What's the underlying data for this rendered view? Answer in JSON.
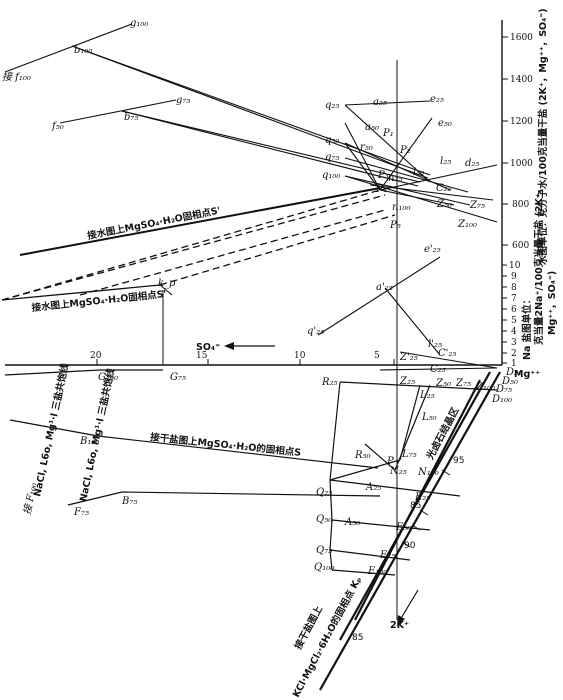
{
  "axes": {
    "right_ticks_top": [
      "1600",
      "1400",
      "1200",
      "1000",
      "800",
      "600"
    ],
    "right_ticks_bottom": [
      "10",
      "9",
      "8",
      "7",
      "6",
      "5",
      "4",
      "3",
      "2",
      "1"
    ],
    "bottom_ticks": [
      "20",
      "15",
      "10",
      "5"
    ],
    "right_label_water": "水图单位：克分子水/100克当量干盐 (2K⁺，Mg⁺⁺，SO₄⁼)",
    "right_label_na_1": "Na 盐图单位：",
    "right_label_na_2": "克当量2Na⁺/100克当量干盐 (2K⁺，",
    "right_label_na_3": "Mg⁺⁺，SO₄⁼)",
    "so4_label": "SO₄⁼",
    "k_label": "2K⁺",
    "mg_label": "Mg⁺⁺"
  },
  "labels": {
    "g100": "g₁₀₀",
    "b100": "b₁₀₀",
    "f100": "接 f₁₀₀",
    "g75": "g₇₅",
    "b75": "b₇₅",
    "f50": "f₅₀",
    "a25": "a₂₅",
    "e25": "e₂₅",
    "q25": "q₂₅",
    "a50": "a₅₀",
    "P1": "P₁",
    "q50": "q₅₀",
    "r50": "r₅₀",
    "e50": "e₅₀",
    "P2": "P₂",
    "q75": "q₇₅",
    "q100": "q₁₀₀",
    "P3": "P₃",
    "P4": "P₄",
    "P5": "P₅",
    "l25": "l₂₅",
    "l50": "l₅₀",
    "C25": "C₂₅",
    "Z75": "Z₇₅",
    "Z100": "Z₁₀₀",
    "Z50": "Z₅₀",
    "d25": "d₂₅",
    "n25": "n₂₅",
    "n100": "n₁₀₀",
    "e25p": "e'₂₅",
    "a25p": "a'₂₅",
    "q25p": "q'₂₅",
    "l25p": "l'₂₅",
    "C25p": "C'₂₅",
    "Z25p": "Z'₂₅",
    "kp": "k_p",
    "Sp": "S'",
    "G100": "G₁₀₀",
    "B100": "B₁₀₀",
    "F100": "接 F₁₀₀",
    "G75": "G₇₅",
    "B75": "B₇₅",
    "F75": "F₇₅",
    "R25": "R₂₅",
    "Z25": "Z₂₅",
    "C25b": "C₂₅",
    "Z50b": "Z₅₀",
    "Z75b": "Z₇₅",
    "Z100b": "Z₁₀₀",
    "D25": "D₂₅",
    "D50": "D₅₀",
    "D75": "D₇₅",
    "D100": "D₁₀₀",
    "L25": "L₂₅",
    "L50": "L₅₀",
    "R50": "R₅₀",
    "P": "P",
    "N25": "N₂₅",
    "N100": "N₁₀₀",
    "L75": "L₇₅",
    "A25": "A₂₅",
    "Q25": "Q₂₅",
    "E25": "E₂₅",
    "Q50": "Q₅₀",
    "A50": "A₅₀",
    "E50": "E₅₀",
    "Q75": "Q₇₅",
    "E75": "E₇₅",
    "Q100": "Q₁₀₀",
    "E100": "E₁₀₀"
  },
  "annotations": {
    "water_top": "接水图上MgSO₄·H₂O固相点S'",
    "water_bottom": "接水图上MgSO₄·H₂O固相点S'",
    "dry_s": "接干盐图上MgSO₄·H₂O的固相点S",
    "nacl_100": "NaCl, L6o, Mg¹·l 三盐共饱线",
    "nacl_75": "NaCl, L6o, Mg¹·l 三盐共饱线",
    "glauber": "光卤石结晶区",
    "bottom": "接干盐图上",
    "bottom2": "KCl·MgCl₂·6H₂O的固相点 Kₚ",
    "n85": "85",
    "n90": "90",
    "n95": "95",
    "n85b": "85"
  }
}
